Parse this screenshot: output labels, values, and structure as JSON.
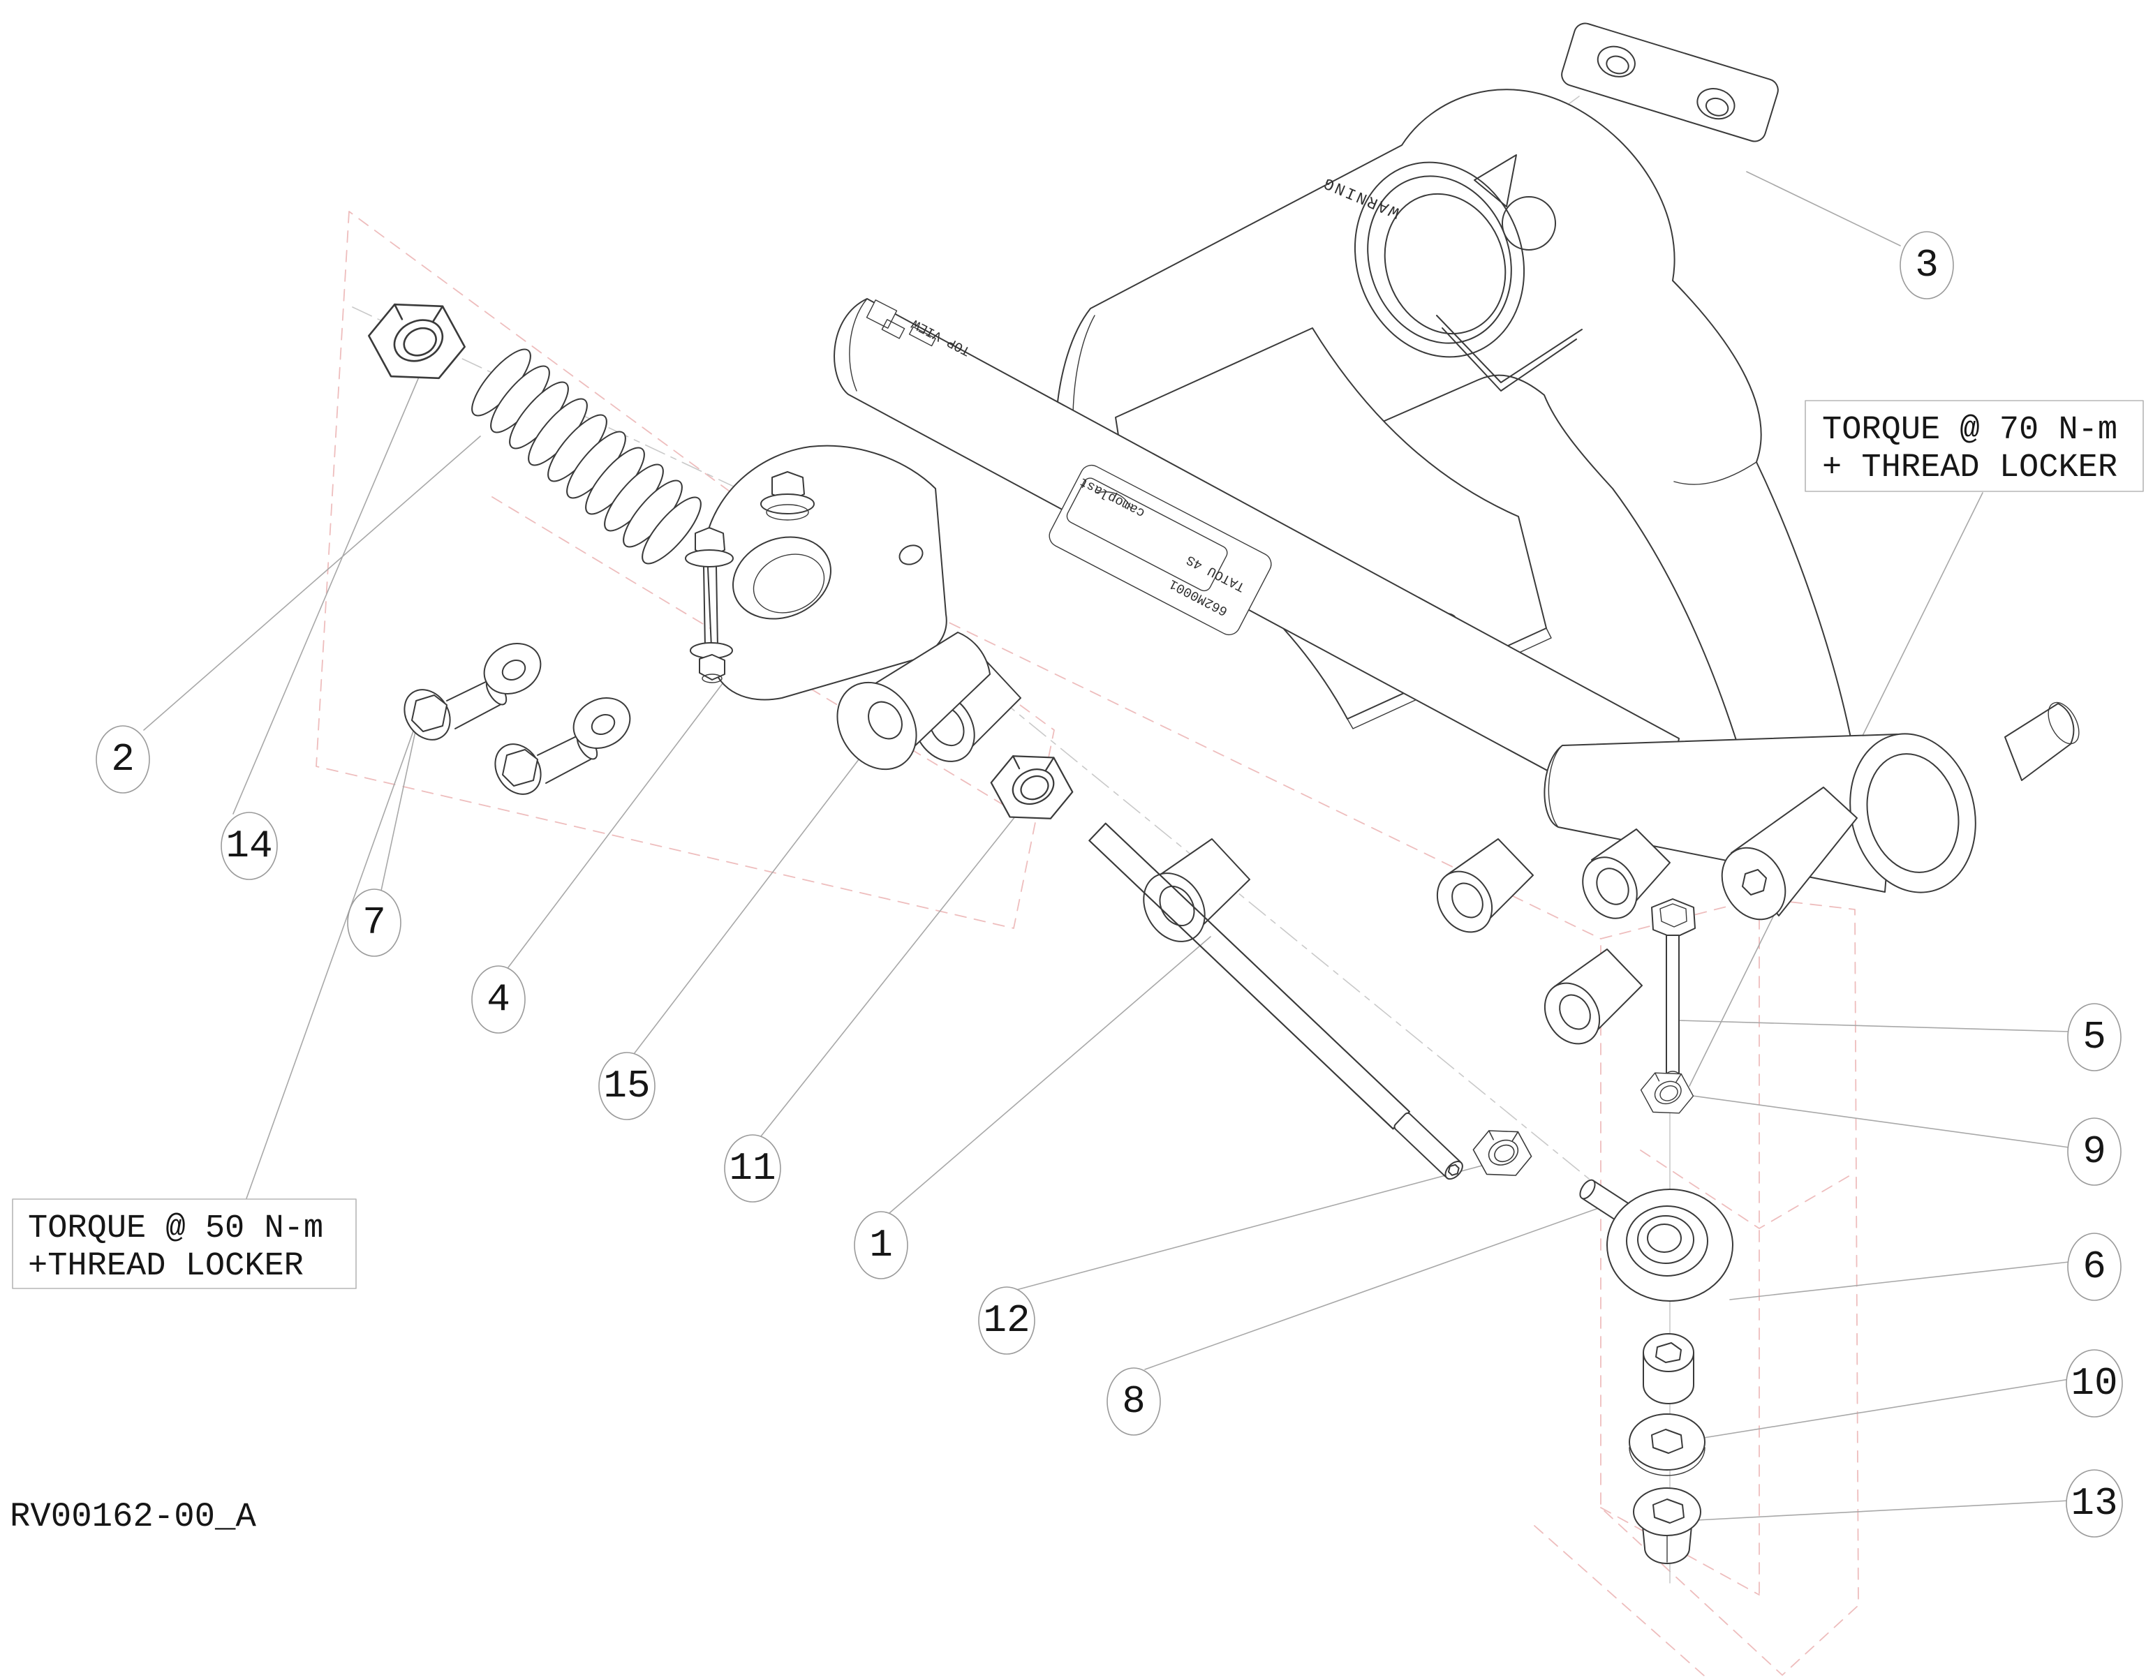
{
  "drawing": {
    "number": "RV00162-00_A",
    "torque_note_right": {
      "line1": "TORQUE @ 70 N-m",
      "line2": "+ THREAD LOCKER"
    },
    "torque_note_left": {
      "line1": "TORQUE @ 50 N-m",
      "line2": "+THREAD LOCKER"
    },
    "callouts": [
      {
        "label": "1"
      },
      {
        "label": "2"
      },
      {
        "label": "3"
      },
      {
        "label": "4"
      },
      {
        "label": "5"
      },
      {
        "label": "6"
      },
      {
        "label": "7"
      },
      {
        "label": "8"
      },
      {
        "label": "9"
      },
      {
        "label": "10"
      },
      {
        "label": "11"
      },
      {
        "label": "12"
      },
      {
        "label": "13"
      },
      {
        "label": "14"
      },
      {
        "label": "15"
      }
    ],
    "markings": {
      "warning": "WARNING",
      "top_view": "TOP VIEW",
      "sticker_model": "TATOU 4S",
      "sticker_serial": "662M0001",
      "sticker_brand": "camoplast"
    },
    "colors": {
      "line": "#3a3a3a",
      "leader": "#a8a8a8",
      "red_dashed": "#eebdbd",
      "background": "#ffffff"
    }
  }
}
